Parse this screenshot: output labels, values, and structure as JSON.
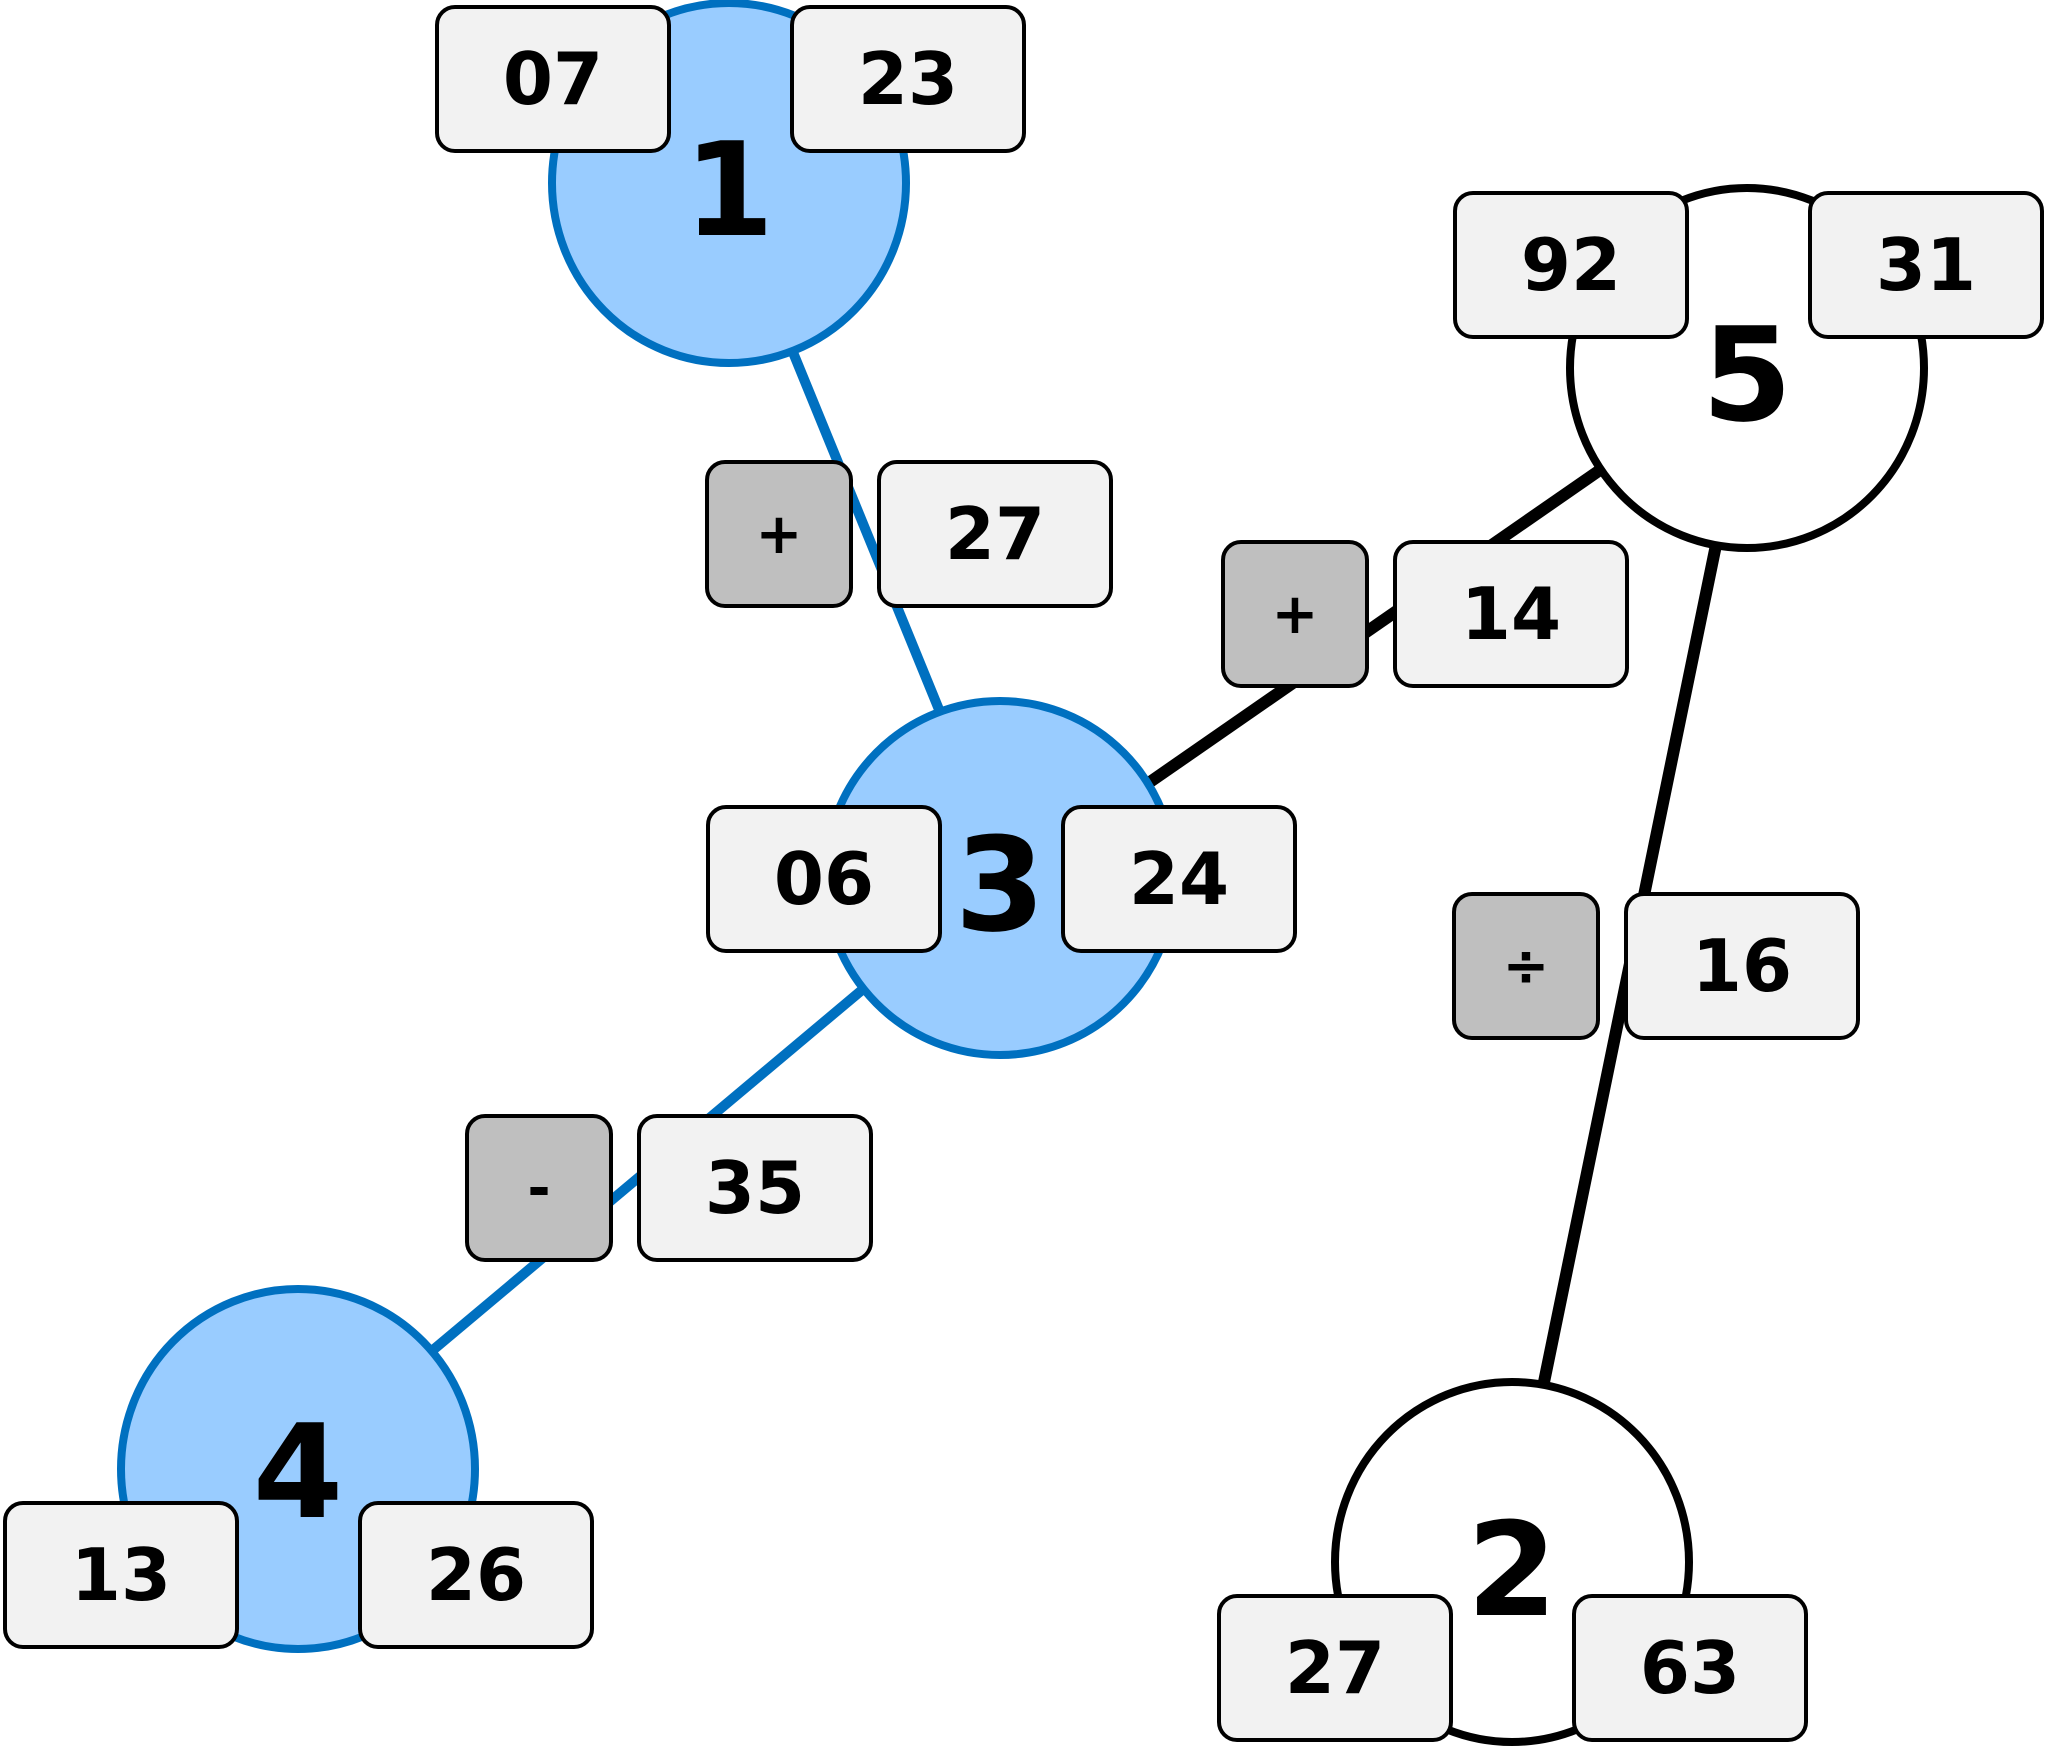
{
  "colors": {
    "active_fill": "#99ccff",
    "active_stroke": "#0070c0",
    "inactive_fill": "#ffffff",
    "inactive_stroke": "#000000",
    "value_box": "#f2f2f2",
    "operator_box": "#bfbfbf"
  },
  "nodes": [
    {
      "id": "1",
      "label": "1",
      "active": true,
      "left_value": "07",
      "right_value": "23"
    },
    {
      "id": "2",
      "label": "2",
      "active": false,
      "left_value": "27",
      "right_value": "63"
    },
    {
      "id": "3",
      "label": "3",
      "active": true,
      "left_value": "06",
      "right_value": "24"
    },
    {
      "id": "4",
      "label": "4",
      "active": true,
      "left_value": "13",
      "right_value": "26"
    },
    {
      "id": "5",
      "label": "5",
      "active": false,
      "left_value": "92",
      "right_value": "31"
    }
  ],
  "edges": [
    {
      "from": "1",
      "to": "3",
      "active": true,
      "operator": "+",
      "value": "27"
    },
    {
      "from": "3",
      "to": "5",
      "active": false,
      "operator": "+",
      "value": "14"
    },
    {
      "from": "3",
      "to": "4",
      "active": true,
      "operator": "-",
      "value": "35"
    },
    {
      "from": "5",
      "to": "2",
      "active": false,
      "operator": "÷",
      "value": "16"
    }
  ]
}
